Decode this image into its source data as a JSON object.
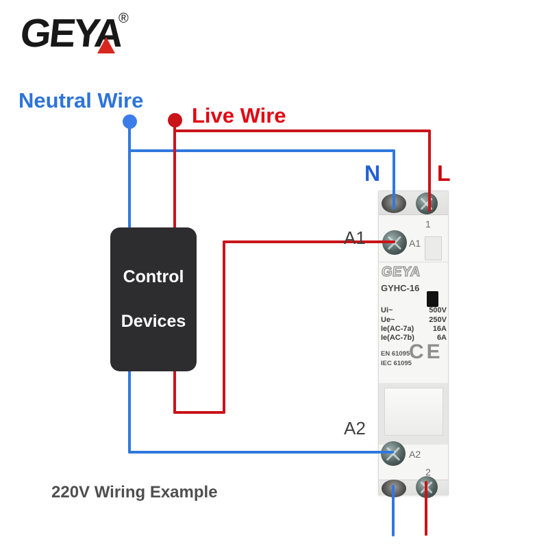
{
  "brand": {
    "name": "GEYA",
    "reg": "®"
  },
  "labels": {
    "neutral": "Neutral Wire",
    "live": "Live Wire",
    "n": "N",
    "l": "L",
    "a1": "A1",
    "a2": "A2",
    "caption": "220V Wiring Example"
  },
  "control_box": {
    "line1": "Control",
    "line2": "Devices"
  },
  "contactor": {
    "brand": "GEYA",
    "model": "GYHC-16",
    "top_terminal": "1",
    "coil_top": "A1",
    "coil_bottom": "A2",
    "bottom_terminal": "2",
    "specs": [
      {
        "label": "Ui~",
        "value": "500V"
      },
      {
        "label": "Ue~",
        "value": "250V"
      },
      {
        "label": "Ie(AC-7a)",
        "value": "16A"
      },
      {
        "label": "Ie(AC-7b)",
        "value": "6A"
      }
    ],
    "standards": [
      "EN 61095",
      "IEC 61095"
    ],
    "ce_mark": "CE"
  },
  "colors": {
    "neutral_blue": "#2f79de",
    "live_red": "#c9141a",
    "live_label_red": "#e30613",
    "neutral_label_blue": "#2e74d9",
    "control_box_dark": "#2d2d30"
  }
}
